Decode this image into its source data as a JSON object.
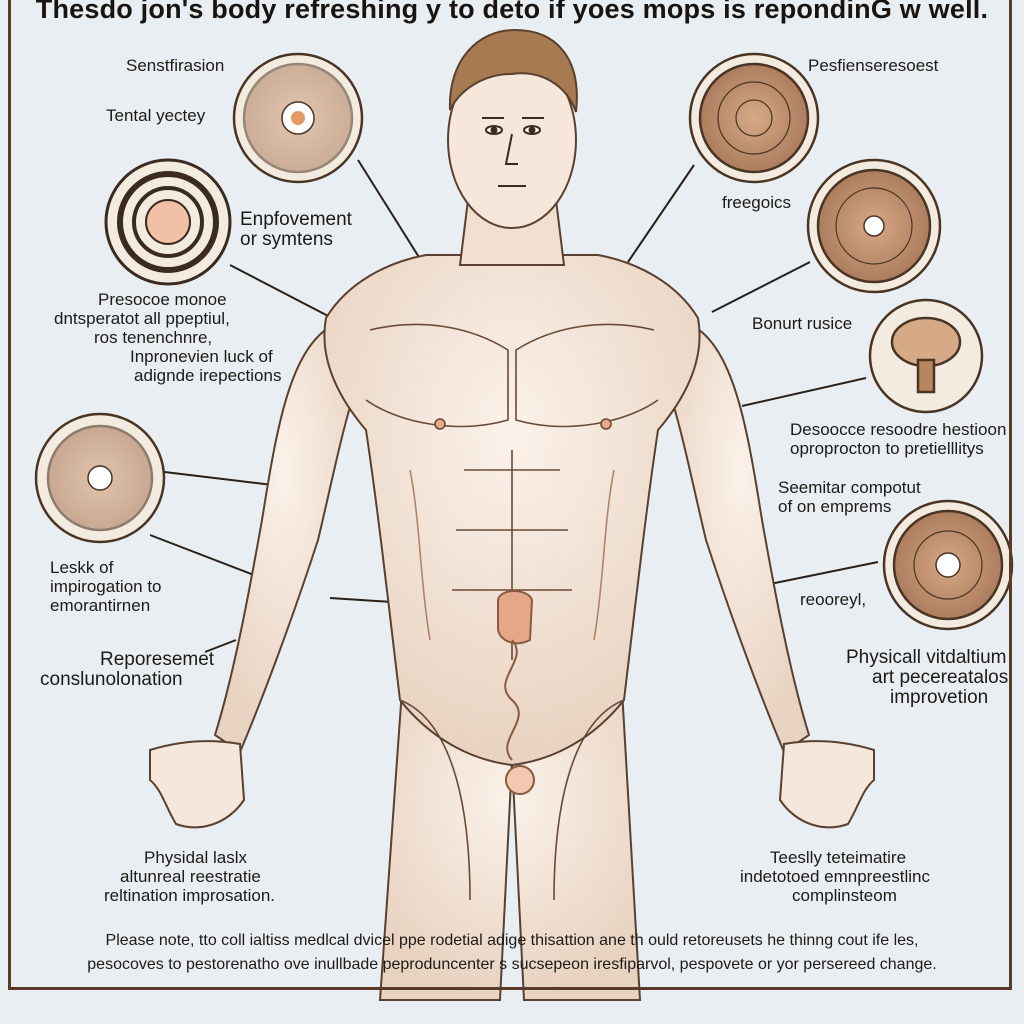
{
  "title": "Thesdo jon's body refreshing y to deto if yoes mops is repondinG w well.",
  "labels": {
    "l1": "Senstfirasion",
    "l2": "Tental yectey",
    "l3a": "Enpfovement",
    "l3b": "or symtens",
    "l4a": "Presocoe monoe",
    "l4b": "dntsperatot all ppeptiul,",
    "l4c": "ros tenenchnre,",
    "l4d": "Inpronevien luck of",
    "l4e": "adignde irepections",
    "l5a": "Leskk of",
    "l5b": "impirogation to",
    "l5c": "emorantirnen",
    "l6a": "Reporesemet",
    "l6b": "conslunolonation",
    "l7a": "Physidal laslx",
    "l7b": "altunreal  reestratie",
    "l7c": "reltination improsation.",
    "r1": "Pesfienseresoest",
    "r2": "freegoics",
    "r3": "Bonurt rusice",
    "r4a": "Desoocce resoodre hestioon",
    "r4b": "oproprocton to pretielllitys",
    "r5a": "Seemitar compotut",
    "r5b": "of on emprems",
    "r6": "reooreyl,",
    "r7a": "Physicall vitdaltium",
    "r7b": "art pecereatalos",
    "r7c": "improvetion",
    "r8a": "Teeslly teteimatire",
    "r8b": "indetotoed emnpreestlinc",
    "r8c": "complinsteom"
  },
  "footer": {
    "line1": "Please note, tto coll ialtiss medlcal dvicel ppe rodetial adige thisattion ane th ould retoreusets he thinng cout ife les,",
    "line2": "pesocoves to pestorenatho ove inullbade peproduncenter s sucsepeon  iresfiparvol, pespovete or yor persereed change."
  },
  "colors": {
    "background": "#e8eef2",
    "ink": "#1e1a16",
    "frame": "#5a3a26",
    "skin": "#f3e5d8",
    "accent": "#e2a884"
  }
}
